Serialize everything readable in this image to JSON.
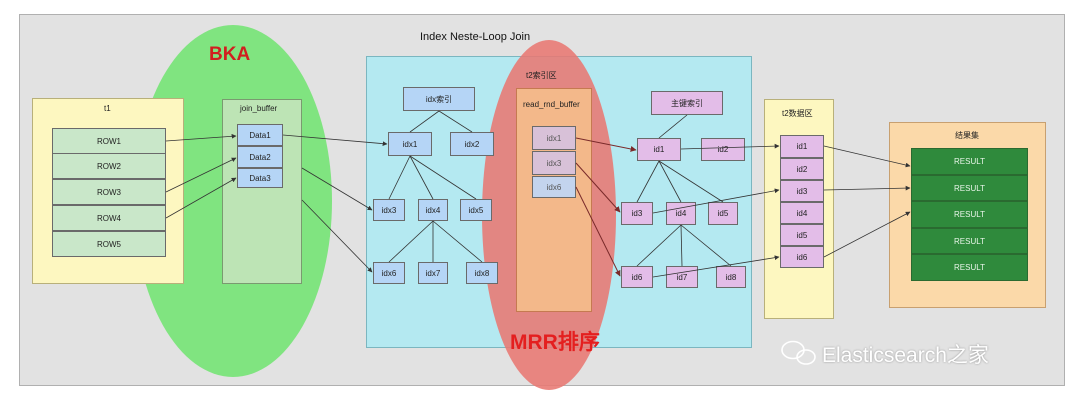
{
  "title": "Index Neste-Loop Join",
  "bka_label": "BKA",
  "mrr_label": "MRR排序",
  "watermark": "Elasticsearch之家",
  "t1": {
    "label": "t1",
    "rows": [
      "ROW1",
      "ROW2",
      "ROW3",
      "ROW4",
      "ROW5"
    ]
  },
  "join_buffer": {
    "label": "join_buffer",
    "items": [
      "Data1",
      "Data2",
      "Data3"
    ]
  },
  "t2_index_area": {
    "label": "t2索引区",
    "idx_index_label": "idx索引",
    "idx_nodes": [
      "idx1",
      "idx2",
      "idx3",
      "idx4",
      "idx5",
      "idx6",
      "idx7",
      "idx8"
    ]
  },
  "read_rnd_buffer": {
    "label": "read_rnd_buffer",
    "items": [
      "idx1",
      "idx3",
      "idx6"
    ]
  },
  "primary_index": {
    "label": "主键索引",
    "nodes": [
      "id1",
      "id2",
      "id3",
      "id4",
      "id5",
      "id6",
      "id7",
      "id8"
    ]
  },
  "t2_data_area": {
    "label": "t2数据区",
    "items": [
      "id1",
      "id2",
      "id3",
      "id4",
      "id5",
      "id6"
    ]
  },
  "result_set": {
    "label": "结果集",
    "items": [
      "RESULT",
      "RESULT",
      "RESULT",
      "RESULT",
      "RESULT"
    ]
  },
  "colors": {
    "bka_ellipse": "#7fe27f",
    "mrr_ellipse": "#e9807a",
    "cyan_area": "#b4e9f1",
    "yellow_area": "#fdf7c0",
    "orange_area": "#fbd9a9"
  }
}
